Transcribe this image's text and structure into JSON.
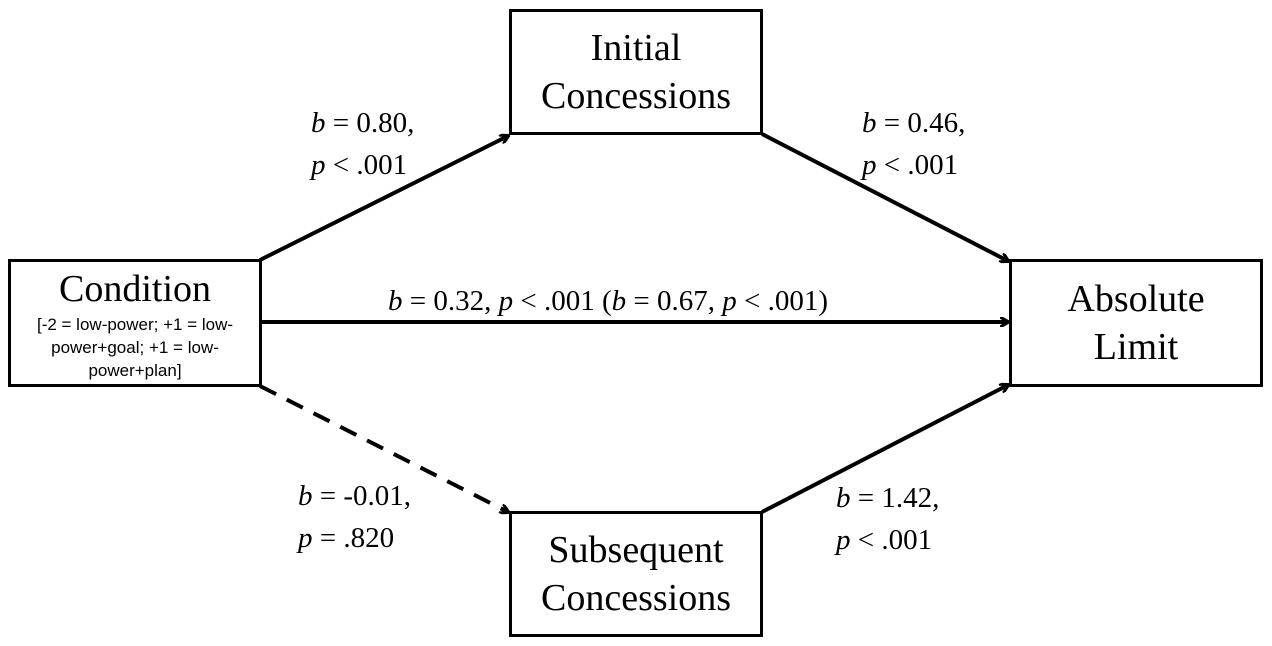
{
  "nodes": {
    "condition": {
      "title": "Condition",
      "subtitle": "[-2 = low-power; +1 = low-power+goal; +1 = low-power+plan]",
      "subtitle_lines": [
        "[-2 = low-power; +1 = low-",
        "power+goal; +1 = low-",
        "power+plan]"
      ]
    },
    "initial": {
      "lines": [
        "Initial",
        "Concessions"
      ]
    },
    "subsequent": {
      "lines": [
        "Subsequent",
        "Concessions"
      ]
    },
    "absolute": {
      "lines": [
        "Absolute",
        "Limit"
      ]
    }
  },
  "paths": {
    "condition_to_initial": {
      "lines": [
        "b = 0.80,",
        "p < .001"
      ],
      "style": "solid"
    },
    "initial_to_absolute": {
      "lines": [
        "b = 0.46,",
        "p < .001"
      ],
      "style": "solid"
    },
    "condition_to_absolute": {
      "text": "b = 0.32, p < .001 (b = 0.67, p < .001)",
      "style": "solid"
    },
    "condition_to_subsequent": {
      "lines": [
        "b = -0.01,",
        "p = .820"
      ],
      "style": "dashed"
    },
    "subsequent_to_absolute": {
      "lines": [
        "b = 1.42,",
        "p < .001"
      ],
      "style": "solid"
    }
  },
  "colors": {
    "stroke": "#000000",
    "background": "#ffffff"
  }
}
